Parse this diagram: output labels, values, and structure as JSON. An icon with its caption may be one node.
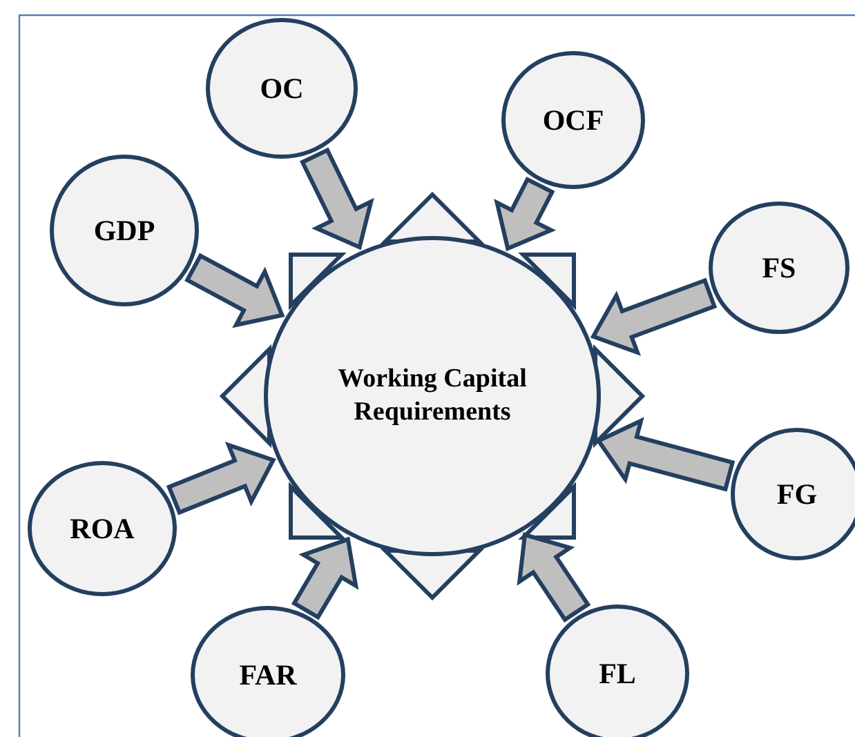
{
  "diagram": {
    "nodes": [
      {
        "text": [
          "Working Capital Requirements"
        ]
      },
      {
        "text": [
          "OC"
        ]
      },
      {
        "text": [
          "OCF"
        ]
      },
      {
        "text": [
          "GDP"
        ]
      },
      {
        "text": [
          "FS"
        ]
      },
      {
        "text": [
          "ROA"
        ]
      },
      {
        "text": [
          "FG"
        ]
      },
      {
        "text": [
          "FAR"
        ]
      },
      {
        "text": [
          "FL"
        ]
      }
    ],
    "edges": [
      {
        "from": 1,
        "to": 0,
        "arrow": "to"
      },
      {
        "from": 2,
        "to": 0,
        "arrow": "to"
      },
      {
        "from": 3,
        "to": 0,
        "arrow": "to"
      },
      {
        "from": 4,
        "to": 0,
        "arrow": "to"
      },
      {
        "from": 5,
        "to": 0,
        "arrow": "to"
      },
      {
        "from": 6,
        "to": 0,
        "arrow": "to"
      },
      {
        "from": 7,
        "to": 0,
        "arrow": "to"
      },
      {
        "from": 8,
        "to": 0,
        "arrow": "to"
      }
    ]
  }
}
